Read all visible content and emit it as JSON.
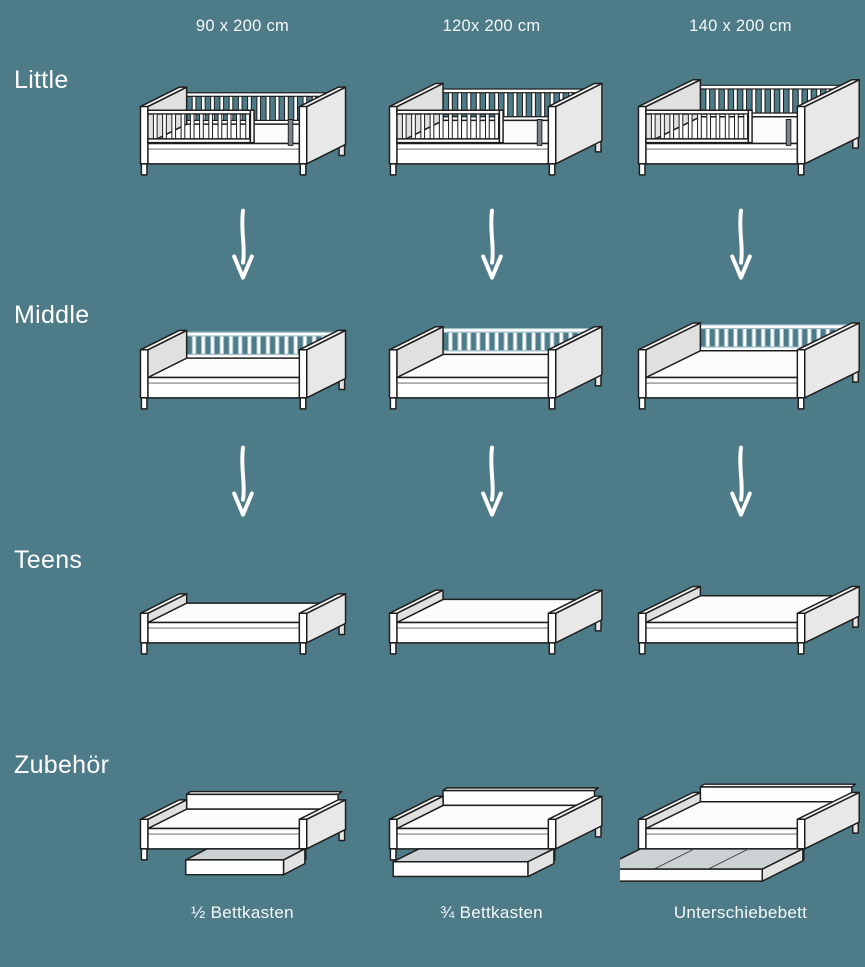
{
  "page": {
    "background_color": "#4e7b88",
    "text_color": "#ffffff"
  },
  "columns": [
    {
      "label": "90 x 200 cm"
    },
    {
      "label": "120x 200 cm"
    },
    {
      "label": "140 x 200 cm"
    }
  ],
  "rows": [
    {
      "label": "Little",
      "bed": "bed-with-front-and-back-safety-rails"
    },
    {
      "label": "Middle",
      "bed": "bed-with-back-rail"
    },
    {
      "label": "Teens",
      "bed": "plain-bed"
    },
    {
      "label": "Zubehör",
      "bed": "bed-with-underbed-storage"
    }
  ],
  "accessories": [
    {
      "label": "½ Bettkasten"
    },
    {
      "label": "¾ Bettkasten"
    },
    {
      "label": "Unterschiebebett"
    }
  ],
  "arrow": {
    "name": "down-arrow-icon",
    "color": "#ffffff"
  },
  "illustration_colors": {
    "outline": "#1e1e1e",
    "surface": "#ffffff",
    "shade": "#e8e8e8",
    "drawer_top": "#ccd1d3",
    "middle_rail": "#9dbcc6"
  }
}
